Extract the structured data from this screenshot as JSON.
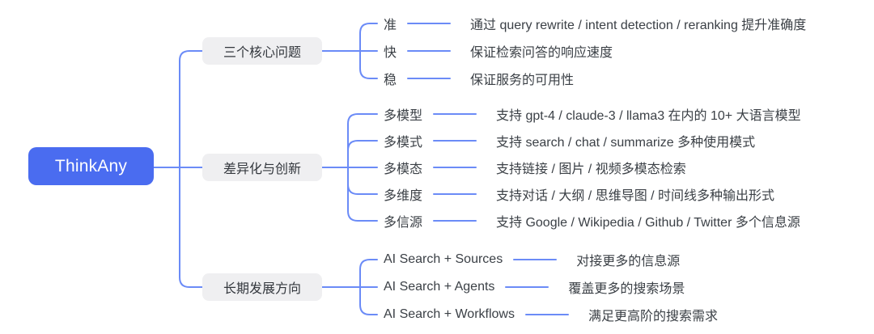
{
  "root": {
    "label": "ThinkAny"
  },
  "branches": [
    {
      "label": "三个核心问题",
      "children": [
        {
          "label": "准",
          "desc": "通过 query rewrite / intent detection / reranking 提升准确度"
        },
        {
          "label": "快",
          "desc": "保证检索问答的响应速度"
        },
        {
          "label": "稳",
          "desc": "保证服务的可用性"
        }
      ]
    },
    {
      "label": "差异化与创新",
      "children": [
        {
          "label": "多模型",
          "desc": "支持 gpt-4 / claude-3 / llama3 在内的 10+ 大语言模型"
        },
        {
          "label": "多模式",
          "desc": "支持 search / chat / summarize 多种使用模式"
        },
        {
          "label": "多模态",
          "desc": "支持链接 / 图片 / 视频多模态检索"
        },
        {
          "label": "多维度",
          "desc": "支持对话 / 大纲 / 思维导图 / 时间线多种输出形式"
        },
        {
          "label": "多信源",
          "desc": "支持 Google / Wikipedia / Github / Twitter 多个信息源"
        }
      ]
    },
    {
      "label": "长期发展方向",
      "children": [
        {
          "label": "AI Search + Sources",
          "desc": "对接更多的信息源"
        },
        {
          "label": "AI Search + Agents",
          "desc": "覆盖更多的搜索场景"
        },
        {
          "label": "AI Search + Workflows",
          "desc": "满足更高阶的搜索需求"
        }
      ]
    }
  ],
  "colors": {
    "root_bg": "#4A6CF0",
    "root_text": "#FFFFFF",
    "branch_bg": "#EFEFF1",
    "branch_text": "#33373D",
    "connector_line": "#6B8BF7",
    "leaf_text": "#3B4046",
    "background": "#FFFFFF"
  }
}
